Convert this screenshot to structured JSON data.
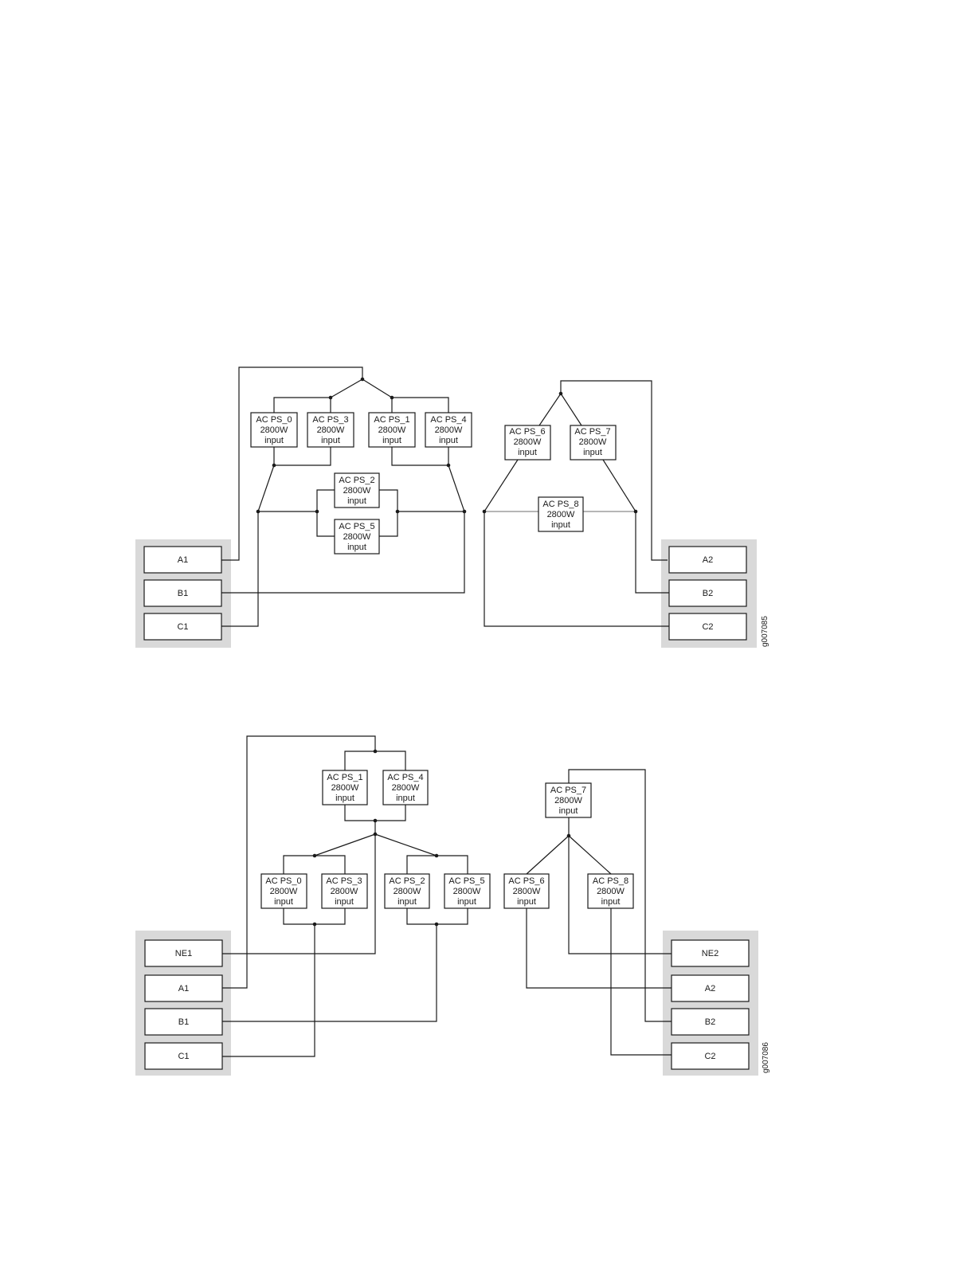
{
  "diagram1": {
    "figure_id": "g007085",
    "feeds_left": [
      "A1",
      "B1",
      "C1"
    ],
    "feeds_right": [
      "A2",
      "B2",
      "C2"
    ],
    "ps": {
      "ps0": [
        "AC PS_0",
        "2800W",
        "input"
      ],
      "ps3": [
        "AC PS_3",
        "2800W",
        "input"
      ],
      "ps1": [
        "AC PS_1",
        "2800W",
        "input"
      ],
      "ps4": [
        "AC PS_4",
        "2800W",
        "input"
      ],
      "ps2": [
        "AC PS_2",
        "2800W",
        "input"
      ],
      "ps5": [
        "AC PS_5",
        "2800W",
        "input"
      ],
      "ps6": [
        "AC PS_6",
        "2800W",
        "input"
      ],
      "ps7": [
        "AC PS_7",
        "2800W",
        "input"
      ],
      "ps8": [
        "AC PS_8",
        "2800W",
        "input"
      ]
    }
  },
  "diagram2": {
    "figure_id": "g007086",
    "feeds_left": [
      "NE1",
      "A1",
      "B1",
      "C1"
    ],
    "feeds_right": [
      "NE2",
      "A2",
      "B2",
      "C2"
    ],
    "ps": {
      "ps1": [
        "AC PS_1",
        "2800W",
        "input"
      ],
      "ps4": [
        "AC PS_4",
        "2800W",
        "input"
      ],
      "ps0": [
        "AC PS_0",
        "2800W",
        "input"
      ],
      "ps3": [
        "AC PS_3",
        "2800W",
        "input"
      ],
      "ps2": [
        "AC PS_2",
        "2800W",
        "input"
      ],
      "ps5": [
        "AC PS_5",
        "2800W",
        "input"
      ],
      "ps7": [
        "AC PS_7",
        "2800W",
        "input"
      ],
      "ps6": [
        "AC PS_6",
        "2800W",
        "input"
      ],
      "ps8": [
        "AC PS_8",
        "2800W",
        "input"
      ]
    }
  }
}
